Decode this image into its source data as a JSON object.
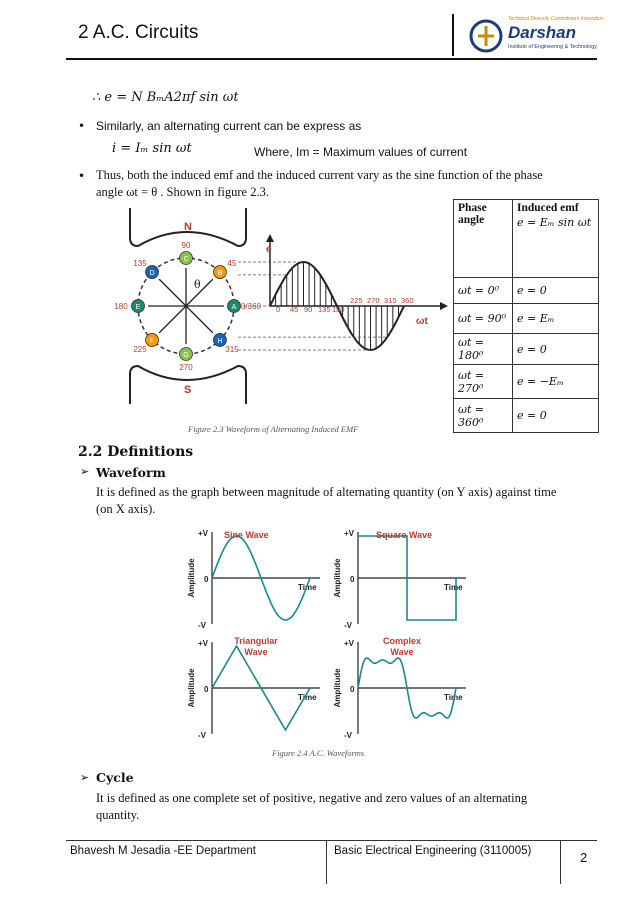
{
  "header": {
    "chapter_title": "2  A.C. Circuits",
    "logo": {
      "tagline": "Technical Diversity Commitment Innovation",
      "name": "Darshan",
      "institute": "Institute of Engineering & Technology"
    }
  },
  "equations": {
    "emf_eq": "∴ e = N BₘA2πf sin ωt",
    "current_intro": "Similarly, an alternating current can be express as",
    "current_eq": "i = Iₘ sin ωt",
    "current_where": "Where, Im = Maximum values of current",
    "phase_text_1": "Thus, both the induced emf and the induced current vary as the sine function of the phase",
    "phase_text_2": "angle  ωt = θ . Shown in figure 2.3."
  },
  "figure_2_3": {
    "caption": "Figure 2.3 Waveform of Alternating Induced EMF",
    "pole_n": "N",
    "pole_s": "S",
    "theta": "θ",
    "e_label": "e",
    "wt_label": "ωt",
    "angle_labels": [
      "90",
      "45",
      "0/360",
      "315",
      "270",
      "225",
      "180",
      "135"
    ],
    "coil_letters": [
      "C",
      "B",
      "A",
      "H",
      "G",
      "F",
      "E",
      "D"
    ],
    "x_ticks_left": [
      "0",
      "45",
      "90",
      "135",
      "180"
    ],
    "x_ticks_right": [
      "225",
      "270",
      "315",
      "360"
    ]
  },
  "phase_table": {
    "header_col1": "Phase angle",
    "header_col2": "Induced emf",
    "header_eq": "e = Eₘ sin ωt",
    "rows": [
      {
        "angle": "ωt = 0⁰",
        "emf": "e = 0"
      },
      {
        "angle": "ωt = 90⁰",
        "emf": "e = Eₘ"
      },
      {
        "angle": "ωt = 180⁰",
        "emf": "e = 0"
      },
      {
        "angle": "ωt = 270⁰",
        "emf": "e = −Eₘ"
      },
      {
        "angle": "ωt = 360⁰",
        "emf": "e = 0"
      }
    ]
  },
  "section": {
    "heading": "2.2    Definitions",
    "waveform_title": "Waveform",
    "waveform_text_1": "It is defined as the graph between magnitude of alternating quantity (on Y axis) against time",
    "waveform_text_2": "(on X axis).",
    "cycle_title": "Cycle",
    "cycle_text_1": "It is defined as one complete set of positive, negative and zero values of an alternating",
    "cycle_text_2": "quantity."
  },
  "figure_2_4": {
    "caption": "Figure 2.4  A.C. Waveforms",
    "plus_v": "+V",
    "minus_v": "-V",
    "zero": "0",
    "time": "Time",
    "amplitude": "Amplitude",
    "titles": [
      "Sine Wave",
      "Square Wave",
      "Triangular Wave",
      "Complex Wave"
    ]
  },
  "footer": {
    "left": "Bhavesh M Jesadia -EE Department",
    "center": "Basic Electrical Engineering (3110005)",
    "page": "2"
  },
  "colors": {
    "wave": "#1a8a8a",
    "title_red": "#c0392b",
    "pole_red": "#c0392b"
  }
}
